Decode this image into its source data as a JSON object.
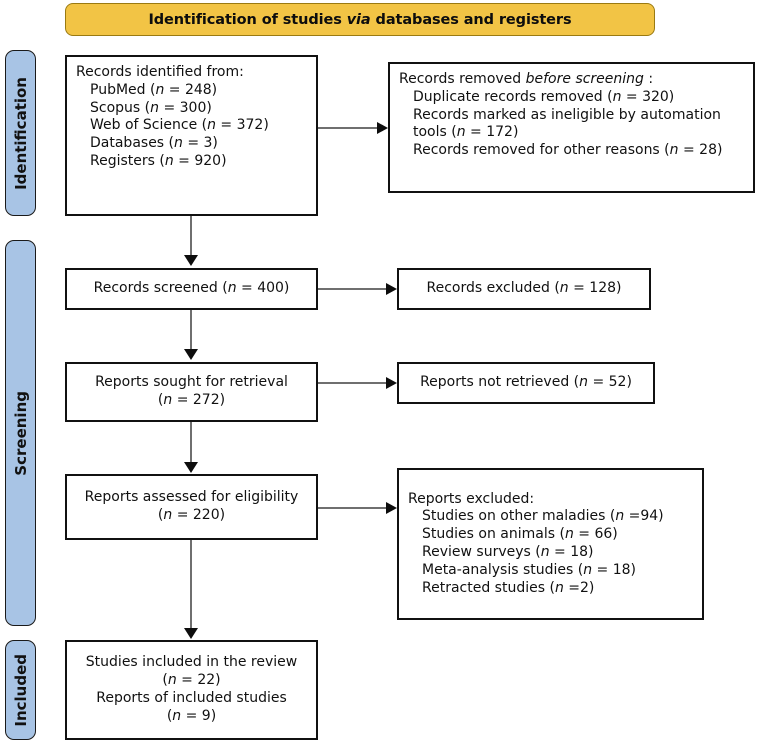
{
  "banner": {
    "text_before": "Identification of studies ",
    "text_italic": "via",
    "text_after": " databases and registers",
    "full_text": "Identification of studies via databases and registers",
    "background_color": "#F2C445"
  },
  "stages": [
    {
      "id": "identification",
      "label": "Identification",
      "color": "#A8C4E5"
    },
    {
      "id": "screening",
      "label": "Screening",
      "color": "#A8C4E5"
    },
    {
      "id": "included",
      "label": "Included",
      "color": "#A8C4E5"
    }
  ],
  "boxes": {
    "identified": {
      "title": "Records identified from:",
      "lines": [
        "PubMed (n = 248)",
        "Scopus (n = 300)",
        "Web of Science (n = 372)",
        "Databases (n = 3)",
        "Registers (n = 920)"
      ],
      "items": [
        {
          "label": "PubMed",
          "n": 248
        },
        {
          "label": "Scopus",
          "n": 300
        },
        {
          "label": "Web of Science",
          "n": 372
        },
        {
          "label": "Databases",
          "n": 3
        },
        {
          "label": "Registers",
          "n": 920
        }
      ]
    },
    "removed": {
      "title_before": "Records removed ",
      "title_italic": "before screening",
      "title_after": " :",
      "title": "Records removed before screening :",
      "lines": [
        "Duplicate records removed  (n = 320)",
        "Records marked as ineligible by automation tools (n = 172)",
        "Records removed for other reasons (n = 28)"
      ],
      "items": [
        {
          "label": "Duplicate records removed",
          "n": 320
        },
        {
          "label": "Records marked as ineligible by automation tools",
          "n": 172
        },
        {
          "label": "Records removed for other reasons",
          "n": 28
        }
      ]
    },
    "screened": {
      "text": "Records screened (n = 400)",
      "label": "Records screened",
      "n": 400
    },
    "excluded": {
      "text": "Records excluded (n = 128)",
      "label": "Records excluded",
      "n": 128
    },
    "sought": {
      "line1": "Reports sought for retrieval",
      "line2": "(n = 272)",
      "label": "Reports sought for retrieval",
      "n": 272
    },
    "notretrieved": {
      "text": "Reports not retrieved (n = 52)",
      "label": "Reports not retrieved",
      "n": 52
    },
    "assessed": {
      "line1": "Reports assessed for eligibility",
      "line2": "(n = 220)",
      "label": "Reports assessed for eligibility",
      "n": 220
    },
    "repexcluded": {
      "title": "Reports excluded:",
      "lines": [
        "Studies on other maladies (n =94)",
        "Studies on animals (n = 66)",
        "Review surveys (n = 18)",
        "Meta-analysis studies (n = 18)",
        "Retracted studies (n =2)"
      ],
      "items": [
        {
          "label": "Studies on other maladies",
          "n": 94
        },
        {
          "label": "Studies on animals",
          "n": 66
        },
        {
          "label": "Review surveys",
          "n": 18
        },
        {
          "label": "Meta-analysis studies",
          "n": 18
        },
        {
          "label": "Retracted studies",
          "n": 2
        }
      ]
    },
    "included": {
      "line1": "Studies included in the review",
      "line2": "(n = 22)",
      "line3": "Reports of included studies",
      "line4": "(n = 9)",
      "studies_n": 22,
      "reports_n": 9
    }
  }
}
